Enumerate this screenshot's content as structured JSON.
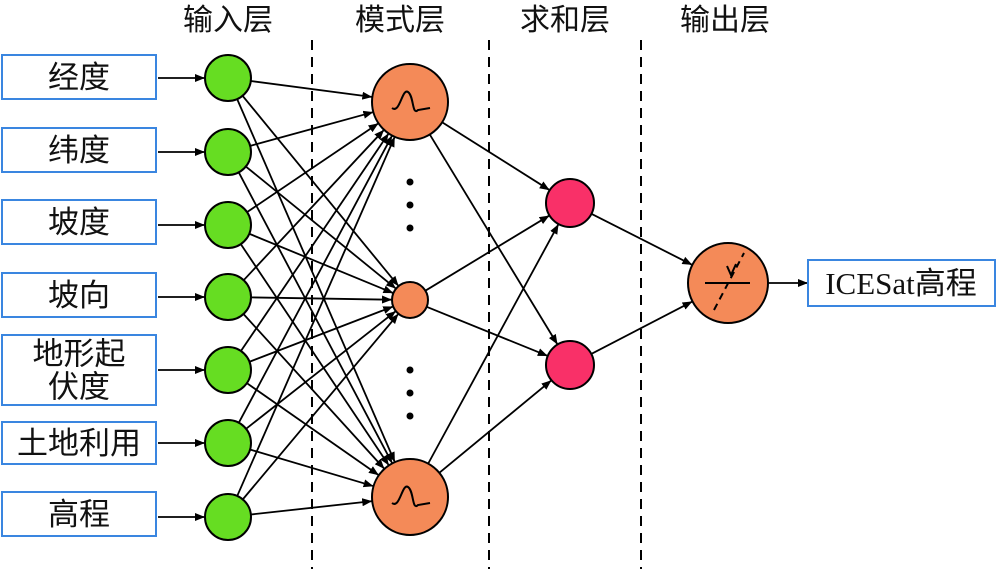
{
  "layers": {
    "input": "输入层",
    "pattern": "模式层",
    "summation": "求和层",
    "output": "输出层"
  },
  "inputs": [
    {
      "lines": [
        "经度"
      ]
    },
    {
      "lines": [
        "纬度"
      ]
    },
    {
      "lines": [
        "坡度"
      ]
    },
    {
      "lines": [
        "坡向"
      ]
    },
    {
      "lines": [
        "地形起",
        "伏度"
      ]
    },
    {
      "lines": [
        "土地利用"
      ]
    },
    {
      "lines": [
        "高程"
      ]
    }
  ],
  "output_label": "ICESat高程",
  "colors": {
    "input_node": "#66dd22",
    "pattern_node": "#f48a58",
    "summation_node": "#f93068",
    "output_node": "#f48a58",
    "box_border": "#3a86e0",
    "line": "#000000"
  },
  "icons": {
    "pattern_node": "gaussian-wave-icon",
    "output_node": "division-icon",
    "ellipsis": "vertical-ellipsis"
  }
}
